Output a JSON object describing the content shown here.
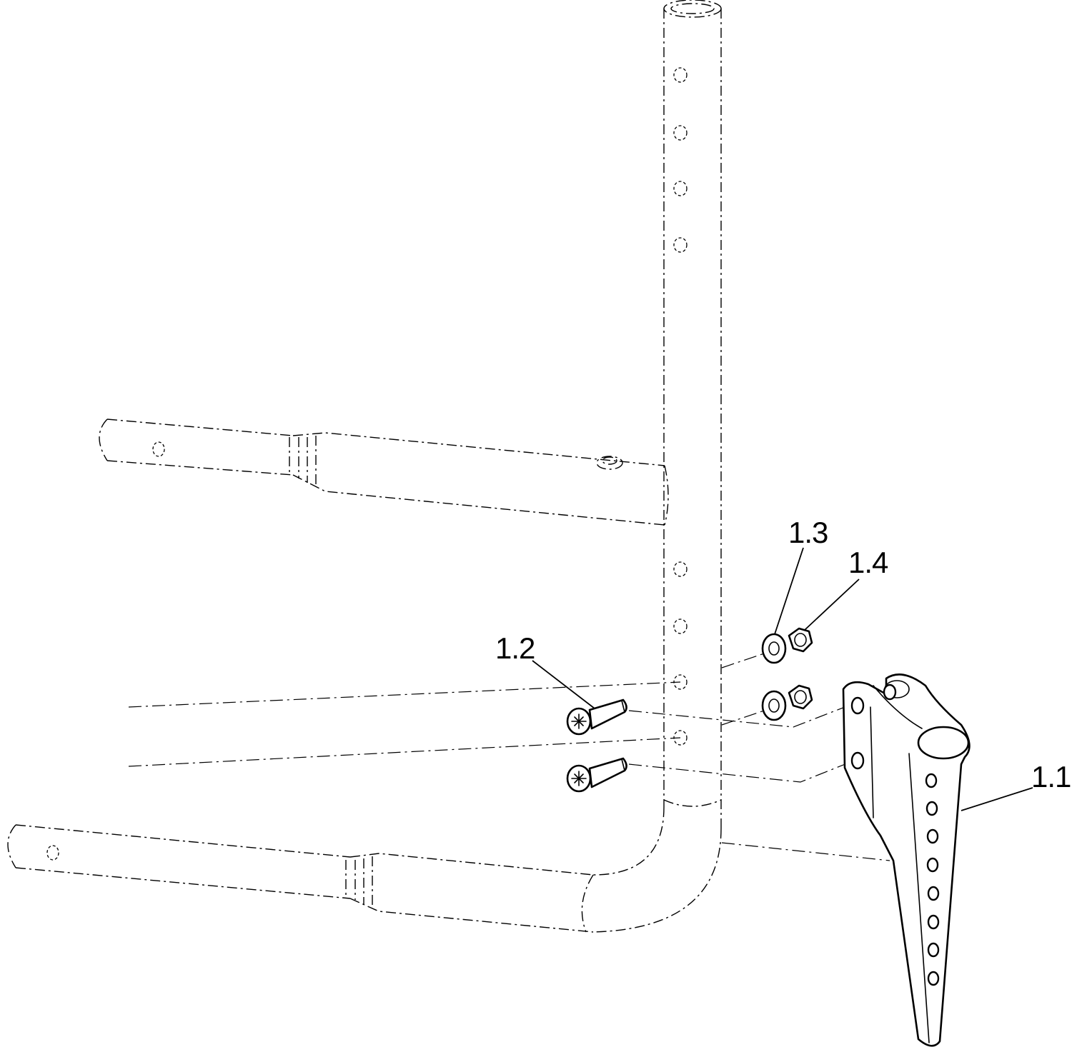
{
  "callouts": {
    "part_1_1": "1.1",
    "part_1_2": "1.2",
    "part_1_3": "1.3",
    "part_1_4": "1.4"
  },
  "colors": {
    "line": "#000000",
    "background": "#ffffff"
  }
}
